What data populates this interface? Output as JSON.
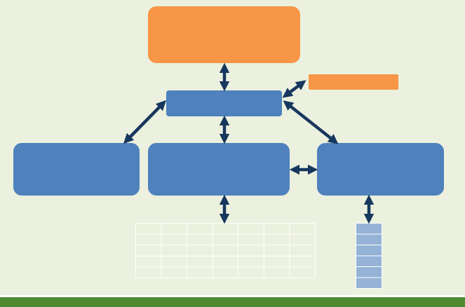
{
  "diagram": {
    "top_box": {
      "label": ""
    },
    "side_tag": {
      "label": ""
    },
    "hub_box": {
      "label": ""
    },
    "left_box": {
      "label": ""
    },
    "middle_box": {
      "label": ""
    },
    "right_box": {
      "label": ""
    }
  },
  "colors": {
    "orange": "#f79646",
    "blue": "#4f81bd",
    "arrow": "#17375e",
    "background": "#ebf1de",
    "footer": "#4f8a30",
    "stack_cell": "#95b3d7",
    "table_line": "#ffffff"
  },
  "table": {
    "rows": 5,
    "cols": 7
  },
  "stack": {
    "cells": 6
  }
}
